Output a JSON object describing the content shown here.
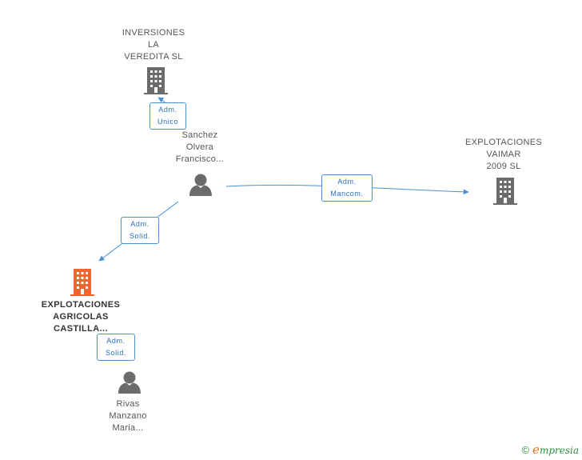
{
  "companies": [
    {
      "id": "inversiones",
      "label": "INVERSIONES\nLA\nVEREDITA SL",
      "color": "#6b6b6b",
      "main": false
    },
    {
      "id": "vaimar",
      "label": "EXPLOTACIONES\nVAIMAR\n2009 SL",
      "color": "#6b6b6b",
      "main": false
    },
    {
      "id": "castilla",
      "label": "EXPLOTACIONES\nAGRICOLAS\nCASTILLA...",
      "color": "#f26430",
      "main": true
    }
  ],
  "persons": [
    {
      "id": "sanchez",
      "label": "Sanchez\nOlvera\nFrancisco...",
      "color": "#6b6b6b"
    },
    {
      "id": "rivas",
      "label": "Rivas\nManzano\nMaria...",
      "color": "#6b6b6b"
    }
  ],
  "relations": [
    {
      "id": "rel-adm-unico",
      "line1": "Adm.",
      "line2": "Unico"
    },
    {
      "id": "rel-adm-mancom",
      "line1": "Adm.",
      "line2": "Mancom."
    },
    {
      "id": "rel-adm-solid-1",
      "line1": "Adm.",
      "line2": "Solid."
    },
    {
      "id": "rel-adm-solid-2",
      "line1": "Adm.",
      "line2": "Solid."
    }
  ],
  "colors": {
    "edge": "#4a90d9",
    "icon": "#6b6b6b",
    "main": "#f26430"
  },
  "footer": {
    "copyright": "©",
    "brand_initial": "e",
    "brand_rest": "mpresia"
  }
}
